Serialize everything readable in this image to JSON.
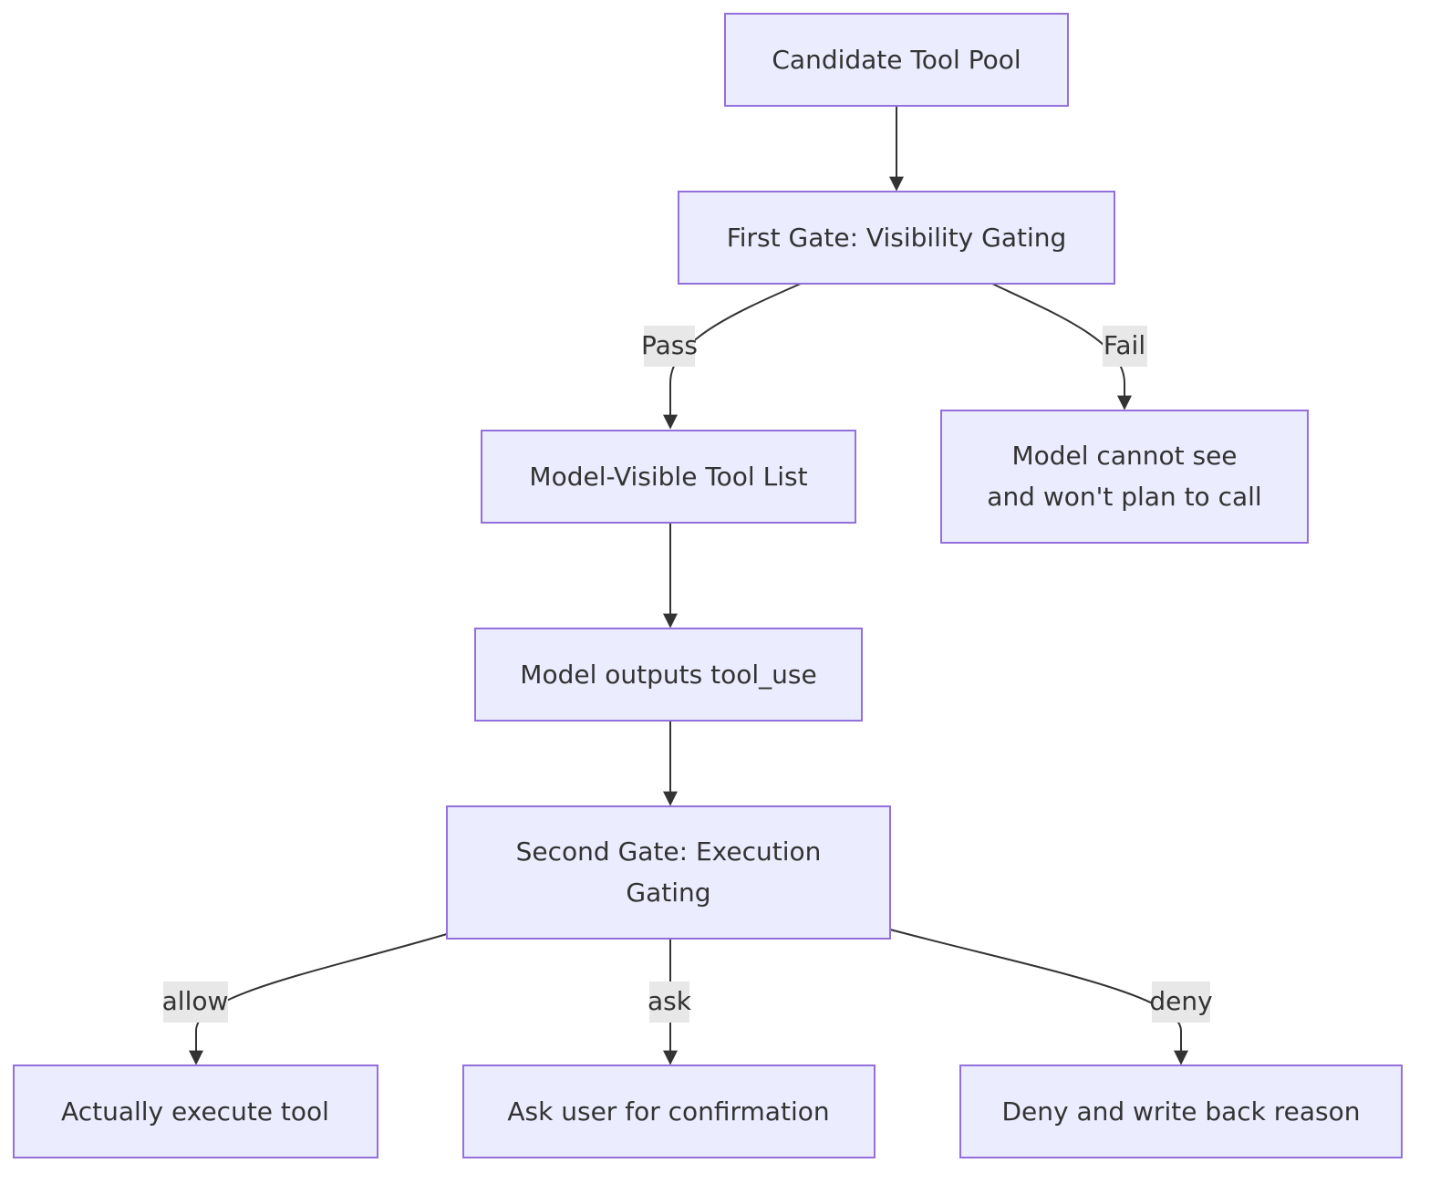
{
  "nodes": {
    "pool": {
      "lines": [
        "Candidate Tool Pool"
      ]
    },
    "gate1": {
      "lines": [
        "First Gate: Visibility Gating"
      ]
    },
    "visible": {
      "lines": [
        "Model-Visible Tool List"
      ]
    },
    "hidden": {
      "lines": [
        "Model cannot see",
        "and won't plan to call"
      ]
    },
    "output": {
      "lines": [
        "Model outputs tool_use"
      ]
    },
    "gate2": {
      "lines": [
        "Second Gate: Execution",
        "Gating"
      ]
    },
    "execute": {
      "lines": [
        "Actually execute tool"
      ]
    },
    "ask": {
      "lines": [
        "Ask user for confirmation"
      ]
    },
    "deny": {
      "lines": [
        "Deny and write back reason"
      ]
    }
  },
  "edges": {
    "pool_gate1": {
      "from": "pool",
      "to": "gate1",
      "label": ""
    },
    "gate1_visible": {
      "from": "gate1",
      "to": "visible",
      "label": "Pass"
    },
    "gate1_hidden": {
      "from": "gate1",
      "to": "hidden",
      "label": "Fail"
    },
    "visible_output": {
      "from": "visible",
      "to": "output",
      "label": ""
    },
    "output_gate2": {
      "from": "output",
      "to": "gate2",
      "label": ""
    },
    "gate2_execute": {
      "from": "gate2",
      "to": "execute",
      "label": "allow"
    },
    "gate2_ask": {
      "from": "gate2",
      "to": "ask",
      "label": "ask"
    },
    "gate2_deny": {
      "from": "gate2",
      "to": "deny",
      "label": "deny"
    }
  },
  "colors": {
    "node_fill": "#ECECFF",
    "node_stroke": "#9370DB",
    "edge": "#333333",
    "label_bg": "#E8E8E8",
    "text": "#333333"
  }
}
